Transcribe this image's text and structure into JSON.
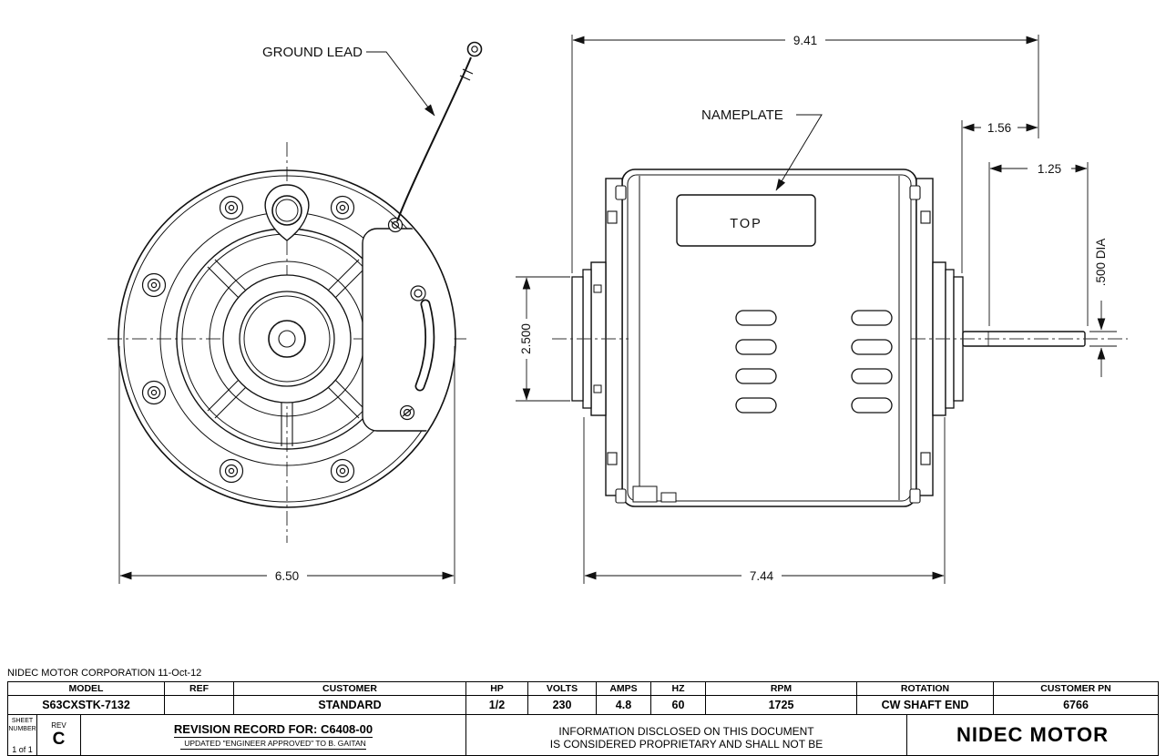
{
  "document": {
    "company_line": "NIDEC MOTOR CORPORATION 11-Oct-12"
  },
  "drawing": {
    "labels": {
      "ground_lead": "GROUND LEAD",
      "nameplate": "NAMEPLATE",
      "nameplate_top": "TOP"
    },
    "dimensions": {
      "overall_length": "9.41",
      "shaft_ext": "1.56",
      "shaft_flat": "1.25",
      "shaft_dia": ".500 DIA",
      "hub_dia": "2.500",
      "frame_dia": "6.50",
      "body_length": "7.44"
    }
  },
  "title_block": {
    "headers": [
      "MODEL",
      "REF",
      "CUSTOMER",
      "HP",
      "VOLTS",
      "AMPS",
      "HZ",
      "RPM",
      "ROTATION",
      "CUSTOMER PN"
    ],
    "values": [
      "S63CXSTK-7132",
      "",
      "STANDARD",
      "1/2",
      "230",
      "4.8",
      "60",
      "1725",
      "CW SHAFT END",
      "6766"
    ],
    "sheet_label_1": "SHEET",
    "sheet_label_2": "NUMBER",
    "sheet_value": "1 of 1",
    "rev_label": "REV",
    "rev_value": "C",
    "revision_record": "REVISION RECORD FOR: C6408-00",
    "revision_note": "UPDATED \"ENGINEER APPROVED\" TO B. GAITAN",
    "proprietary_line1": "INFORMATION DISCLOSED ON THIS DOCUMENT",
    "proprietary_line2": "IS CONSIDERED PROPRIETARY AND SHALL NOT BE",
    "brand": "NIDEC MOTOR"
  }
}
